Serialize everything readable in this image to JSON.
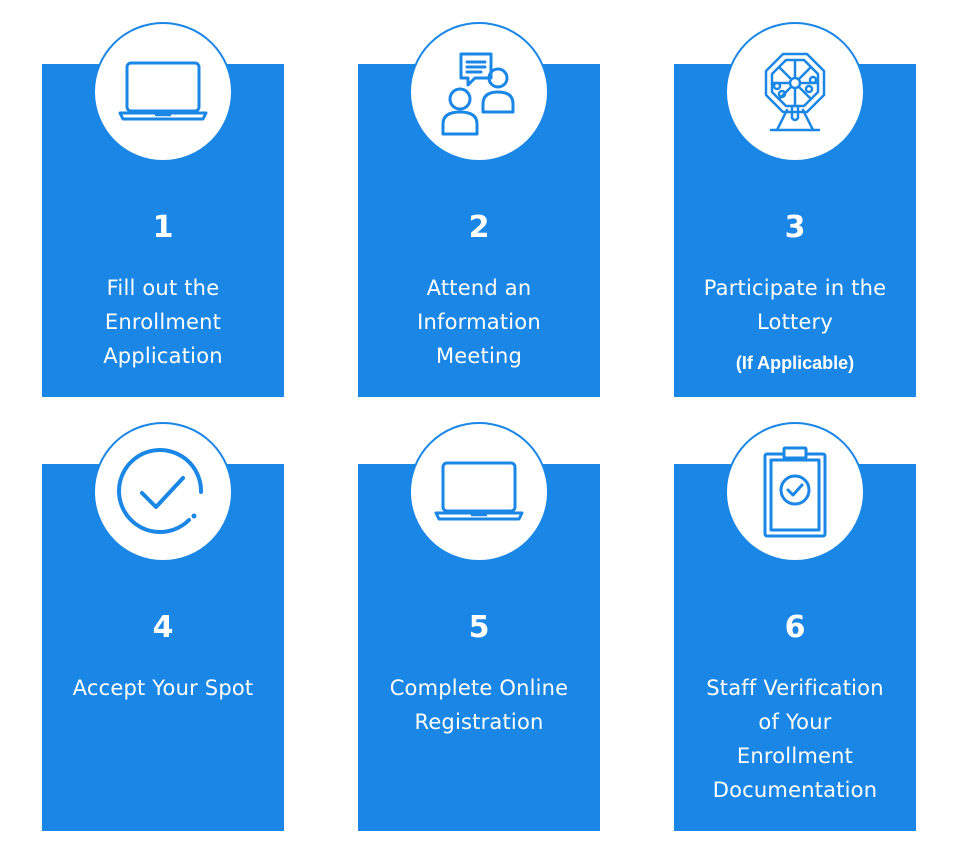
{
  "steps": [
    {
      "number": "1",
      "lines": [
        "Fill out the",
        "Enrollment",
        "Application"
      ],
      "icon": "laptop-icon"
    },
    {
      "number": "2",
      "lines": [
        "Attend an",
        "Information",
        "Meeting"
      ],
      "icon": "meeting-people-icon"
    },
    {
      "number": "3",
      "lines": [
        "Participate in the",
        "Lottery"
      ],
      "note": "(If Applicable)",
      "icon": "lottery-wheel-icon"
    },
    {
      "number": "4",
      "lines": [
        "Accept Your Spot"
      ],
      "icon": "check-circle-icon"
    },
    {
      "number": "5",
      "lines": [
        "Complete Online",
        "Registration"
      ],
      "icon": "laptop-icon"
    },
    {
      "number": "6",
      "lines": [
        "Staff Verification",
        "of Your",
        "Enrollment",
        "Documentation"
      ],
      "icon": "clipboard-check-icon"
    }
  ],
  "colors": {
    "card": "#1a86e6",
    "icon": "#1a86e6",
    "text": "#ffffff"
  }
}
